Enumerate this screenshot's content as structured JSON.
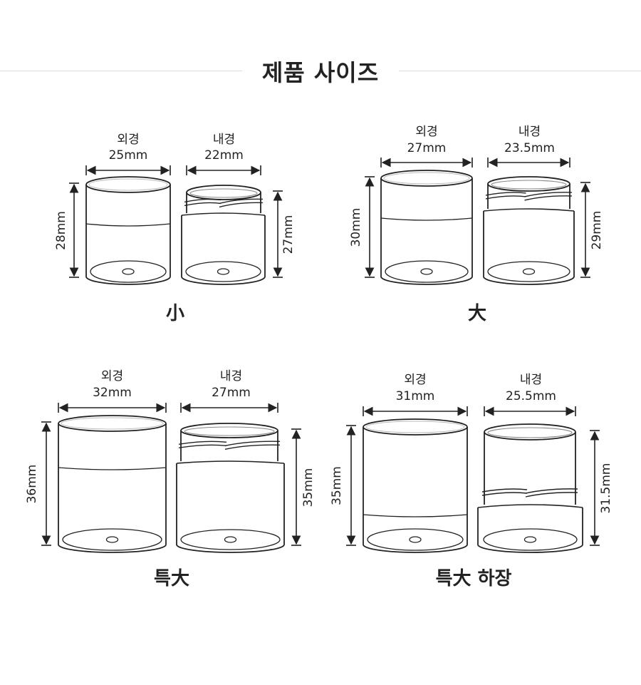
{
  "title": "제품 사이즈",
  "products": [
    {
      "caption": "小",
      "outer": {
        "label": "외경",
        "width": "25mm",
        "height": "28mm"
      },
      "inner": {
        "label": "내경",
        "width": "22mm",
        "height": "27mm"
      }
    },
    {
      "caption": "大",
      "outer": {
        "label": "외경",
        "width": "27mm",
        "height": "30mm"
      },
      "inner": {
        "label": "내경",
        "width": "23.5mm",
        "height": "29mm"
      }
    },
    {
      "caption": "특大",
      "outer": {
        "label": "외경",
        "width": "32mm",
        "height": "36mm"
      },
      "inner": {
        "label": "내경",
        "width": "27mm",
        "height": "35mm"
      }
    },
    {
      "caption": "특大 하장",
      "outer": {
        "label": "외경",
        "width": "31mm",
        "height": "35mm"
      },
      "inner": {
        "label": "내경",
        "width": "25.5mm",
        "height": "31.5mm"
      }
    }
  ]
}
